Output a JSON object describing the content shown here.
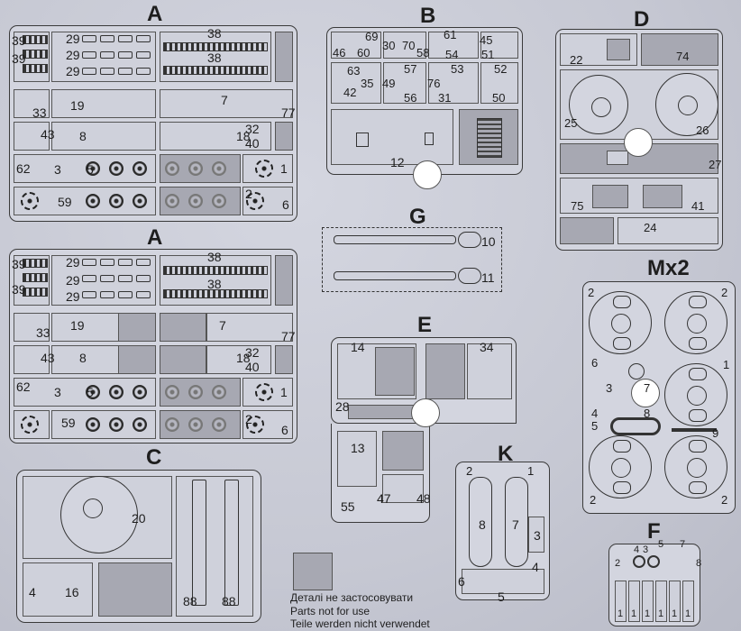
{
  "sprue_letters": {
    "a1": "A",
    "a2": "A",
    "b": "B",
    "c": "C",
    "d": "D",
    "e": "E",
    "f": "F",
    "g": "G",
    "k": "K",
    "m": "Mx2"
  },
  "a_labels": [
    "39",
    "39",
    "29",
    "29",
    "29",
    "38",
    "38",
    "33",
    "19",
    "7",
    "77",
    "43",
    "8",
    "18",
    "32",
    "40",
    "62",
    "3",
    "5",
    "1",
    "59",
    "2",
    "6"
  ],
  "b_labels": [
    "69",
    "46",
    "60",
    "30",
    "70",
    "58",
    "61",
    "45",
    "54",
    "51",
    "63",
    "35",
    "49",
    "57",
    "53",
    "52",
    "42",
    "76",
    "56",
    "31",
    "50",
    "12"
  ],
  "c_labels": [
    "20",
    "4",
    "16",
    "88",
    "88"
  ],
  "d_labels": [
    "22",
    "74",
    "25",
    "26",
    "27",
    "75",
    "41",
    "24"
  ],
  "e_labels": [
    "14",
    "34",
    "28",
    "13",
    "47",
    "48",
    "55"
  ],
  "f_labels": [
    "2",
    "4",
    "3",
    "5",
    "7",
    "8",
    "1",
    "1",
    "1",
    "1",
    "1",
    "1"
  ],
  "g_labels": [
    "10",
    "11"
  ],
  "k_labels": [
    "2",
    "1",
    "8",
    "7",
    "3",
    "4",
    "6",
    "5"
  ],
  "m_labels": [
    "2",
    "2",
    "6",
    "3",
    "7",
    "1",
    "4",
    "8",
    "5",
    "9",
    "2",
    "2"
  ],
  "legend": {
    "ua": "Деталі не застосовувати",
    "en": "Parts not for use",
    "de": "Teile werden nicht verwendet"
  },
  "colors": {
    "background": "#c9cbd6",
    "sprue": "#d3d5df",
    "not_used": "#a7a8b2",
    "line": "#333333"
  },
  "icons": [
    "hull-turret-plate-icon",
    "wheel-icon",
    "sprocket-icon",
    "track-link-icon"
  ]
}
